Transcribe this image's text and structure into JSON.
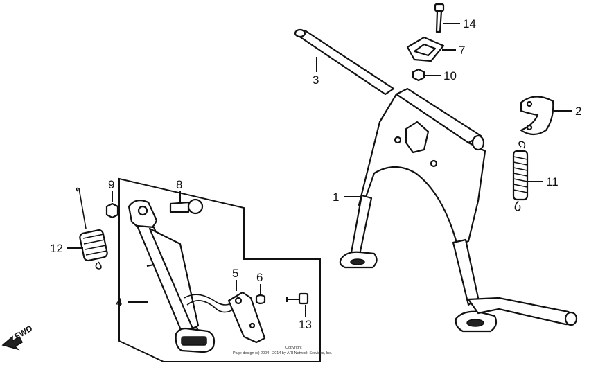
{
  "fwd_label": "FWD",
  "copyright": {
    "line1": "Copyright",
    "line2": "Page design (c) 2004 - 2014 by ARI Network Services, Inc."
  },
  "callouts": [
    {
      "id": "1",
      "label": "1"
    },
    {
      "id": "2",
      "label": "2"
    },
    {
      "id": "3",
      "label": "3"
    },
    {
      "id": "4",
      "label": "4"
    },
    {
      "id": "5",
      "label": "5"
    },
    {
      "id": "6",
      "label": "6"
    },
    {
      "id": "7",
      "label": "7"
    },
    {
      "id": "8",
      "label": "8"
    },
    {
      "id": "9",
      "label": "9"
    },
    {
      "id": "10",
      "label": "10"
    },
    {
      "id": "11",
      "label": "11"
    },
    {
      "id": "12",
      "label": "12"
    },
    {
      "id": "13",
      "label": "13"
    },
    {
      "id": "14",
      "label": "14"
    }
  ]
}
